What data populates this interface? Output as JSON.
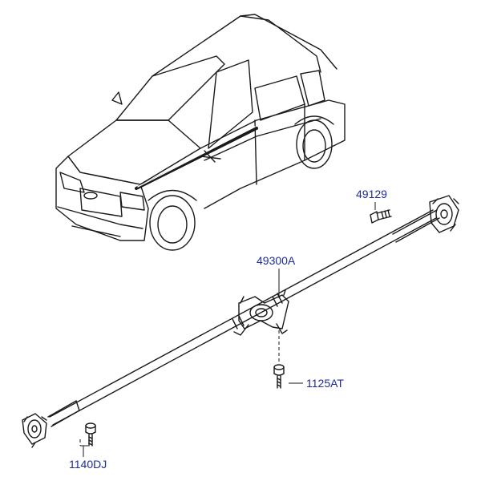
{
  "diagram": {
    "callouts": [
      {
        "id": "part-49129",
        "text": "49129"
      },
      {
        "id": "part-49300A",
        "text": "49300A"
      },
      {
        "id": "part-1125AT",
        "text": "1125AT"
      },
      {
        "id": "part-1140DJ",
        "text": "1140DJ"
      }
    ]
  },
  "colors": {
    "label": "#1f2a9b",
    "line": "#1a1a1a",
    "background": "#ffffff"
  }
}
